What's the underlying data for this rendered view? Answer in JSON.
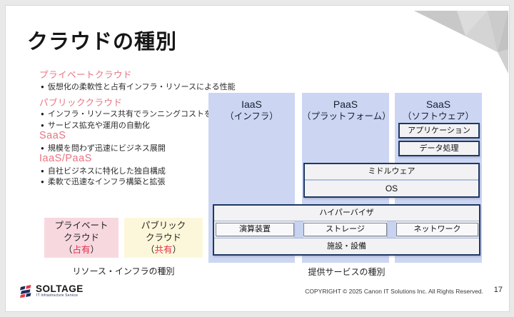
{
  "title": "クラウドの種別",
  "bullet_glyph": "●",
  "notes": {
    "items": [
      {
        "heading": "プライベートクラウド",
        "bullets": [
          "仮想化の柔軟性と占有インフラ・リソースによる性能"
        ]
      },
      {
        "heading": "パブリッククラウド",
        "bullets": [
          "インフラ・リソース共有でランニングコストを最適化",
          "サービス拡充や運用の自動化"
        ]
      },
      {
        "heading": "SaaS",
        "bullets": [
          "規模を問わず迅速にビジネス展開"
        ]
      },
      {
        "heading": "IaaS/PaaS",
        "bullets": [
          "自社ビジネスに特化した独自構成",
          "柔軟で迅速なインフラ構築と拡張"
        ]
      }
    ]
  },
  "resource_boxes": {
    "private": {
      "line1": "プライベート",
      "line2": "クラウド",
      "paren_open": "（",
      "accent": "占有",
      "paren_close": "）"
    },
    "public": {
      "line1": "パブリック",
      "line2": "クラウド",
      "paren_open": "（",
      "accent": "共有",
      "paren_close": "）"
    },
    "caption": "リソース・インフラの種別"
  },
  "diagram": {
    "columns": [
      {
        "name": "IaaS",
        "subtitle": "（インフラ）"
      },
      {
        "name": "PaaS",
        "subtitle": "（プラットフォーム）"
      },
      {
        "name": "SaaS",
        "subtitle": "（ソフトウェア）"
      }
    ],
    "saas_stack": [
      "アプリケーション",
      "データ処理"
    ],
    "paas_stack": [
      "ミドルウェア",
      "OS"
    ],
    "infra_stack": {
      "hypervisor": "ハイパーバイザ",
      "hardware": [
        "演算装置",
        "ストレージ",
        "ネットワーク"
      ],
      "facility": "施設・設備"
    },
    "caption": "提供サービスの種別"
  },
  "footer": {
    "logo_text": "SOLTAGE",
    "logo_tagline": "IT Infrastructure Service",
    "copyright": "COPYRIGHT © 2025 Canon IT Solutions Inc. All Rights Reserved.",
    "page_number": "17"
  },
  "colors": {
    "accent_pink_heading": "#e8737f",
    "accent_red": "#e0304b",
    "column_blue": "#ccd6f3",
    "box_border_navy": "#1f3864",
    "box_fill": "#f2f2f4",
    "private_box_bg": "#f8d8df",
    "public_box_bg": "#fcf7da",
    "logo_navy": "#1e2d5a",
    "logo_red": "#e8374a"
  }
}
